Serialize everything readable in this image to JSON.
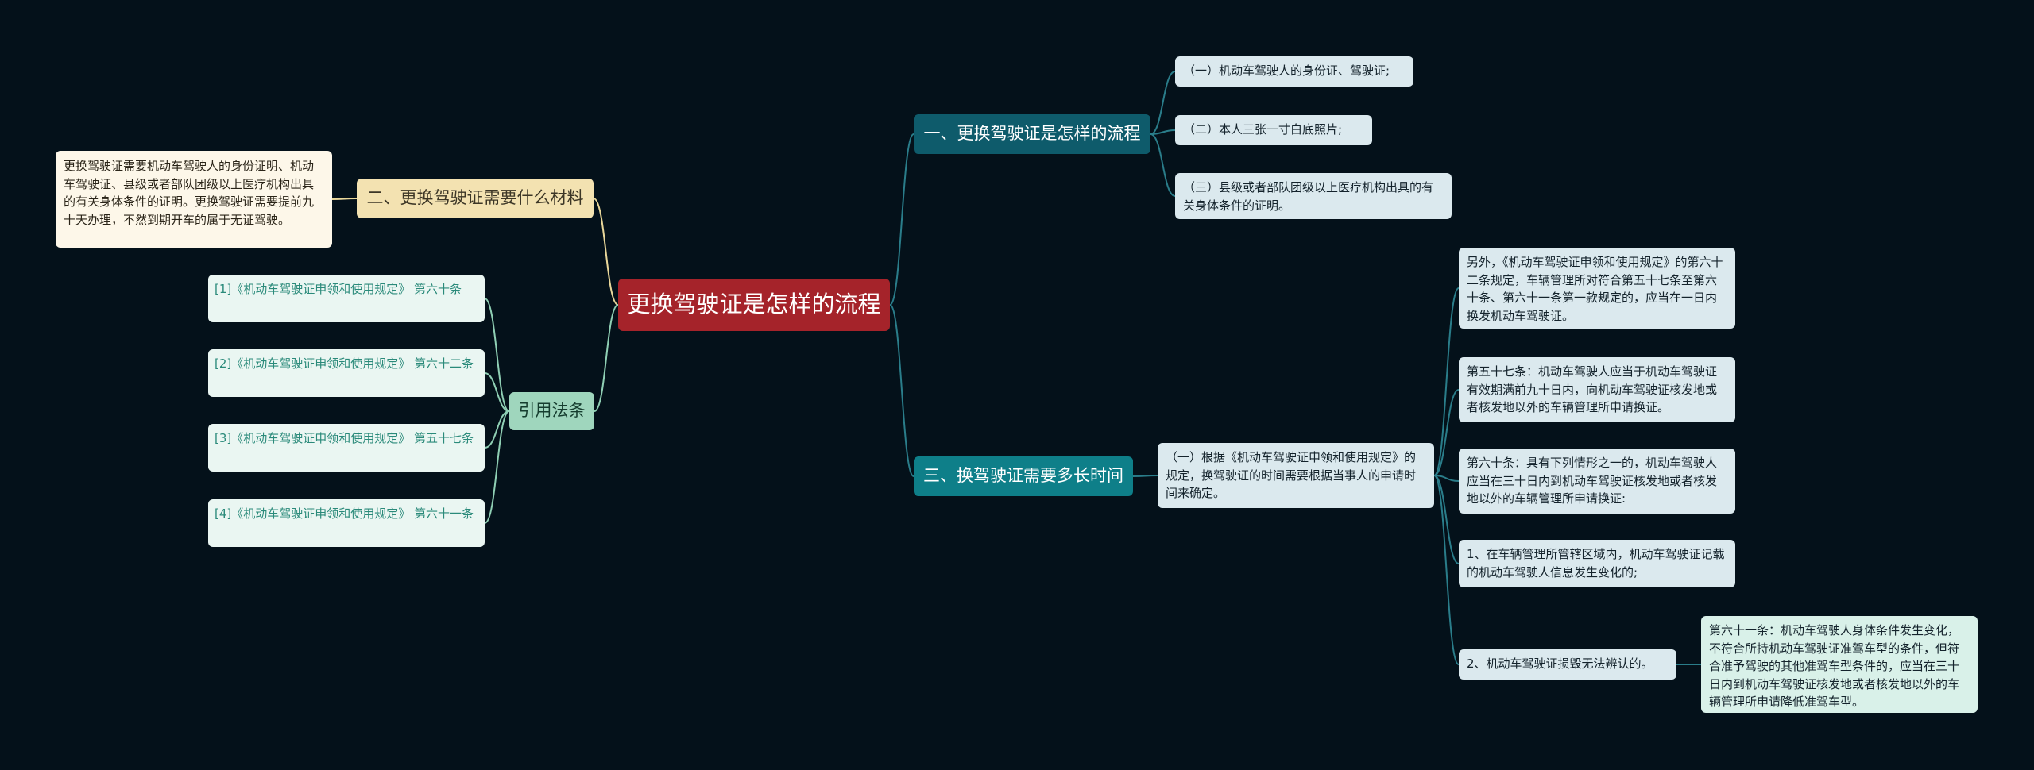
{
  "root": {
    "title": "更换驾驶证是怎样的流程"
  },
  "branch1": {
    "title": "一、更换驾驶证是怎样的流程",
    "items": [
      "（一）机动车驾驶人的身份证、驾驶证;",
      "（二）本人三张一寸白底照片;",
      "（三）县级或者部队团级以上医疗机构出具的有关身体条件的证明。"
    ]
  },
  "branch2": {
    "title": "二、更换驾驶证需要什么材料",
    "detail": "更换驾驶证需要机动车驾驶人的身份证明、机动车驾驶证、县级或者部队团级以上医疗机构出具的有关身体条件的证明。更换驾驶证需要提前九十天办理，不然到期开车的属于无证驾驶。"
  },
  "branch3": {
    "title": "三、换驾驶证需要多长时间",
    "sub": "（一）根据《机动车驾驶证申领和使用规定》的规定，换驾驶证的时间需要根据当事人的申请时间来确定。",
    "items": [
      "另外，《机动车驾驶证申领和使用规定》的第六十二条规定，车辆管理所对符合第五十七条至第六十条、第六十一条第一款规定的，应当在一日内换发机动车驾驶证。",
      "第五十七条：机动车驾驶人应当于机动车驾驶证有效期满前九十日内，向机动车驾驶证核发地或者核发地以外的车辆管理所申请换证。",
      "第六十条：具有下列情形之一的，机动车驾驶人应当在三十日内到机动车驾驶证核发地或者核发地以外的车辆管理所申请换证:",
      "1、在车辆管理所管辖区域内，机动车驾驶证记载的机动车驾驶人信息发生变化的;",
      "2、机动车驾驶证损毁无法辨认的。"
    ],
    "extra": "第六十一条：机动车驾驶人身体条件发生变化，不符合所持机动车驾驶证准驾车型的条件，但符合准予驾驶的其他准驾车型条件的，应当在三十日内到机动车驾驶证核发地或者核发地以外的车辆管理所申请降低准驾车型。"
  },
  "branch4": {
    "title": "引用法条",
    "refs": [
      "[1]《机动车驾驶证申领和使用规定》 第六十条",
      "[2]《机动车驾驶证申领和使用规定》 第六十二条",
      "[3]《机动车驾驶证申领和使用规定》 第五十七条",
      "[4]《机动车驾驶证申领和使用规定》 第六十一条"
    ]
  },
  "colors": {
    "background": "#04111a",
    "root": "#a5232a",
    "branch1": "#0e5b6b",
    "branch2": "#f3e2b1",
    "branch3": "#0e7f89",
    "branch4": "#9fd6bd",
    "link_teal": "#2a7d8a",
    "link_yellow": "#e9d79a",
    "link_green": "#8fcfb4"
  }
}
